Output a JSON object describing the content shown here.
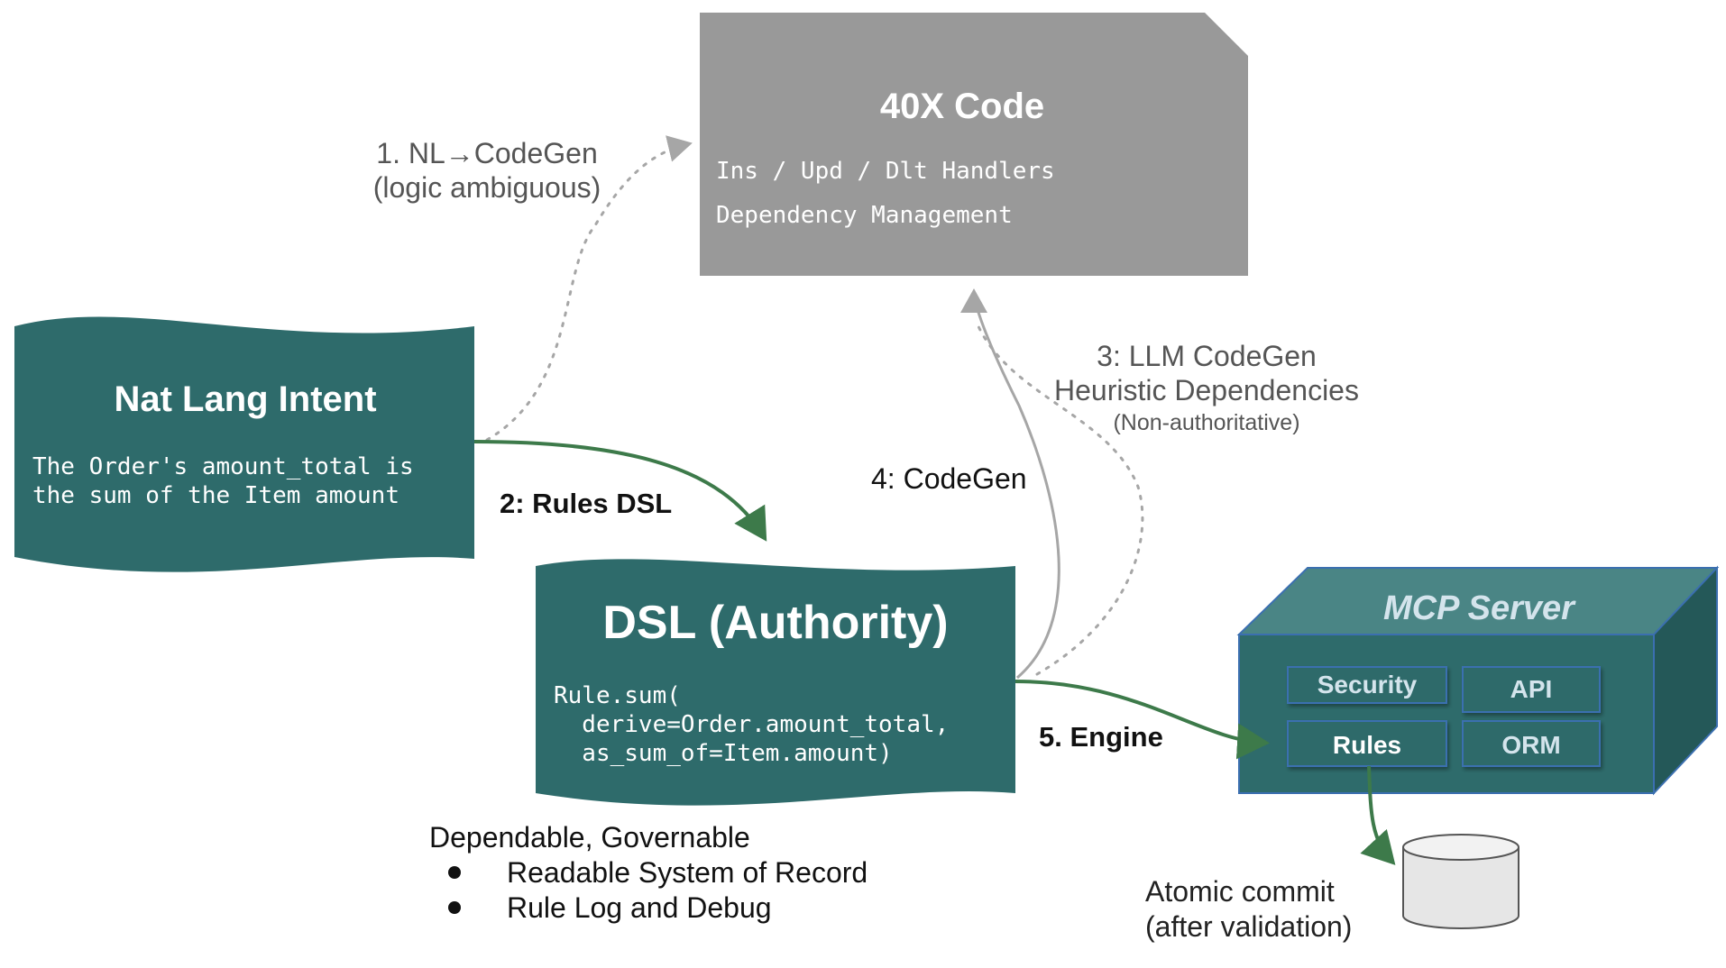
{
  "code_box": {
    "title": "40X Code",
    "line1": "Ins / Upd / Dlt Handlers",
    "line2": "Dependency Management"
  },
  "intent": {
    "title": "Nat Lang Intent",
    "line1": "The Order's amount_total is",
    "line2": "the sum of the Item amount"
  },
  "dsl": {
    "title": "DSL (Authority)",
    "line1": "Rule.sum(",
    "line2": "  derive=Order.amount_total,",
    "line3": "  as_sum_of=Item.amount)"
  },
  "mcp": {
    "title": "MCP Server",
    "cells": [
      "Security",
      "API",
      "Rules",
      "ORM"
    ]
  },
  "arrows": {
    "a1_line1": "1. NL→CodeGen",
    "a1_line2": "(logic ambiguous)",
    "a2": "2: Rules DSL",
    "a3_line1": "3: LLM CodeGen",
    "a3_line2": "Heuristic Dependencies",
    "a3_line3": "(Non-authoritative)",
    "a4": "4: CodeGen",
    "a5": "5. Engine"
  },
  "dsl_notes": {
    "heading": "Dependable, Governable",
    "bullets": [
      "Readable System of Record",
      "Rule Log and Debug"
    ]
  },
  "database": {
    "line1": "Atomic commit",
    "line2": "(after validation)"
  },
  "colors": {
    "teal": "#2e6b6b",
    "gray_box": "#999999",
    "green_arrow": "#3d7a4a",
    "gray_arrow": "#a6a6a6",
    "mcp_front": "#2e6b6b",
    "mcp_top": "#4a8585",
    "mcp_side": "#245858",
    "mcp_cell": "#2e6b6b",
    "mcp_border": "#3b6fb0"
  }
}
